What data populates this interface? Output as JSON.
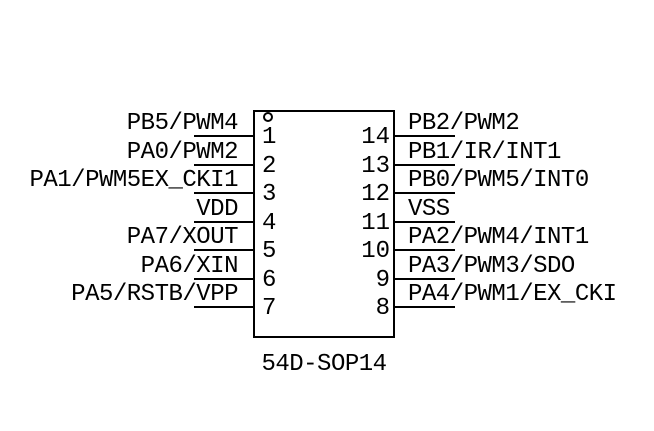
{
  "diagram": {
    "package_label": "54D-SOP14",
    "pins_left": [
      {
        "number": "1",
        "label": "PB5/PWM4"
      },
      {
        "number": "2",
        "label": "PA0/PWM2"
      },
      {
        "number": "3",
        "label": "PA1/PWM5EX_CKI1"
      },
      {
        "number": "4",
        "label": "VDD"
      },
      {
        "number": "5",
        "label": "PA7/XOUT"
      },
      {
        "number": "6",
        "label": "PA6/XIN"
      },
      {
        "number": "7",
        "label": "PA5/RSTB/VPP"
      }
    ],
    "pins_right": [
      {
        "number": "14",
        "label": "PB2/PWM2"
      },
      {
        "number": "13",
        "label": "PB1/IR/INT1"
      },
      {
        "number": "12",
        "label": "PB0/PWM5/INT0"
      },
      {
        "number": "11",
        "label": "VSS"
      },
      {
        "number": "10",
        "label": "PA2/PWM4/INT1"
      },
      {
        "number": "9",
        "label": "PA3/PWM3/SDO"
      },
      {
        "number": "8",
        "label": "PA4/PWM1/EX_CKI"
      }
    ],
    "colors": {
      "ink": "#000000",
      "background": "#ffffff"
    }
  }
}
